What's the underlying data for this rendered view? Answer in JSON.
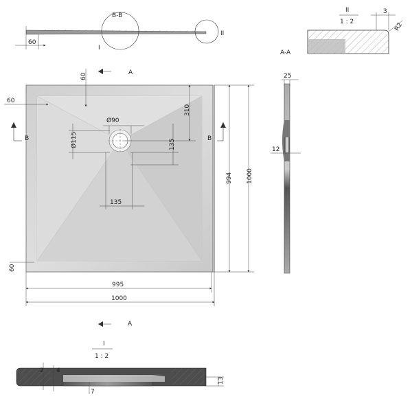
{
  "sections": {
    "bb": "B-B",
    "aa": "A-A",
    "a_top": "A",
    "a_bottom": "A",
    "b_left": "B",
    "b_right": "B",
    "detail_i_marker": "I",
    "detail_ii_marker": "II"
  },
  "details": {
    "ii_label": "II",
    "ii_scale": "1 : 2",
    "i_label": "I",
    "i_scale": "1 : 2"
  },
  "dims": {
    "top_60": "60",
    "side_60_top": "60",
    "side_60_left": "60",
    "side_60_bottom": "60",
    "d90": "Ø90",
    "d115": "Ø115",
    "d310": "310",
    "d135_v": "135",
    "d135_h": "135",
    "d994": "994",
    "d1000_v": "1000",
    "d995": "995",
    "d1000_h": "1000",
    "d25": "25",
    "d12": "12",
    "d3": "3",
    "r2": "R2",
    "d2": "2",
    "d4": "4",
    "d7": "7",
    "d13": "13"
  }
}
